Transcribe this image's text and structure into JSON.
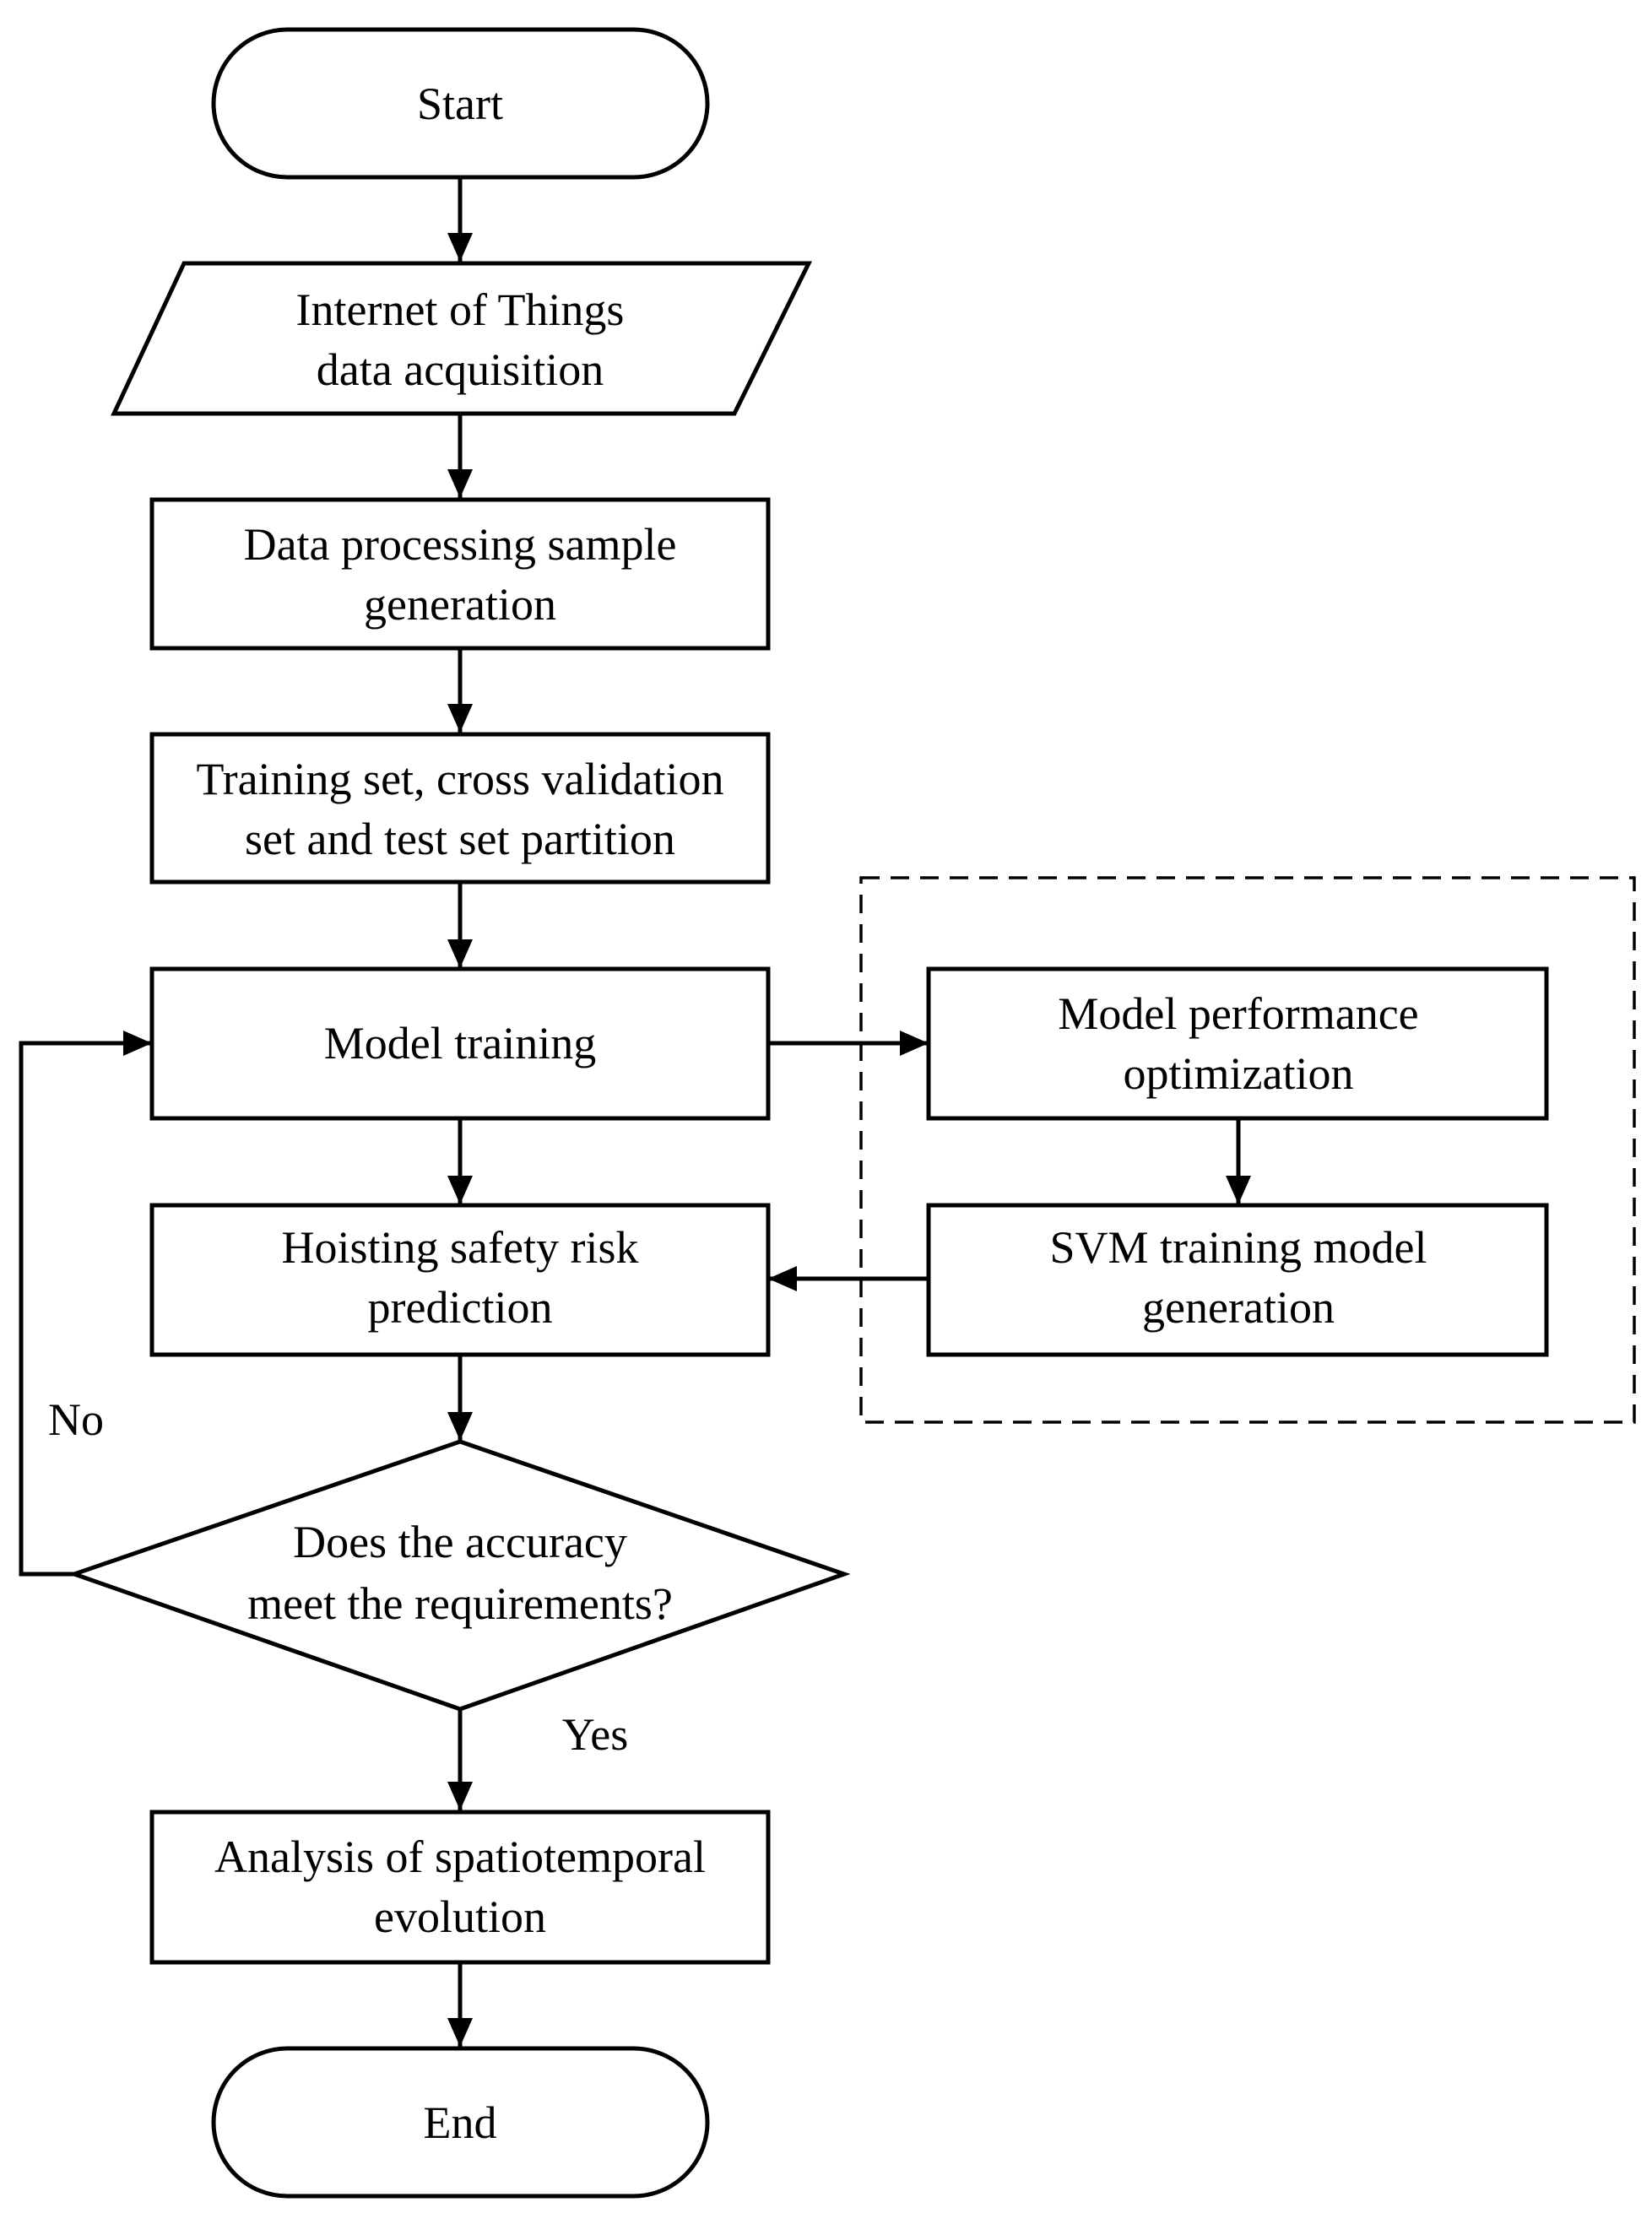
{
  "nodes": {
    "start": {
      "lines": [
        "Start"
      ]
    },
    "iot": {
      "lines": [
        "Internet of Things",
        "data acquisition"
      ]
    },
    "processing": {
      "lines": [
        "Data processing sample",
        "generation"
      ]
    },
    "partition": {
      "lines": [
        "Training set, cross validation",
        "set and test set partition"
      ]
    },
    "training": {
      "lines": [
        "Model training"
      ]
    },
    "optimization": {
      "lines": [
        "Model performance",
        "optimization"
      ]
    },
    "svm": {
      "lines": [
        "SVM training model",
        "generation"
      ]
    },
    "prediction": {
      "lines": [
        "Hoisting safety risk",
        "prediction"
      ]
    },
    "decision": {
      "lines": [
        "Does the accuracy",
        "meet the requirements?"
      ]
    },
    "analysis": {
      "lines": [
        "Analysis of spatiotemporal",
        "evolution"
      ]
    },
    "end": {
      "lines": [
        "End"
      ]
    }
  },
  "edge_labels": {
    "no": "No",
    "yes": "Yes"
  },
  "colors": {
    "stroke": "#000000",
    "fill": "#ffffff"
  }
}
